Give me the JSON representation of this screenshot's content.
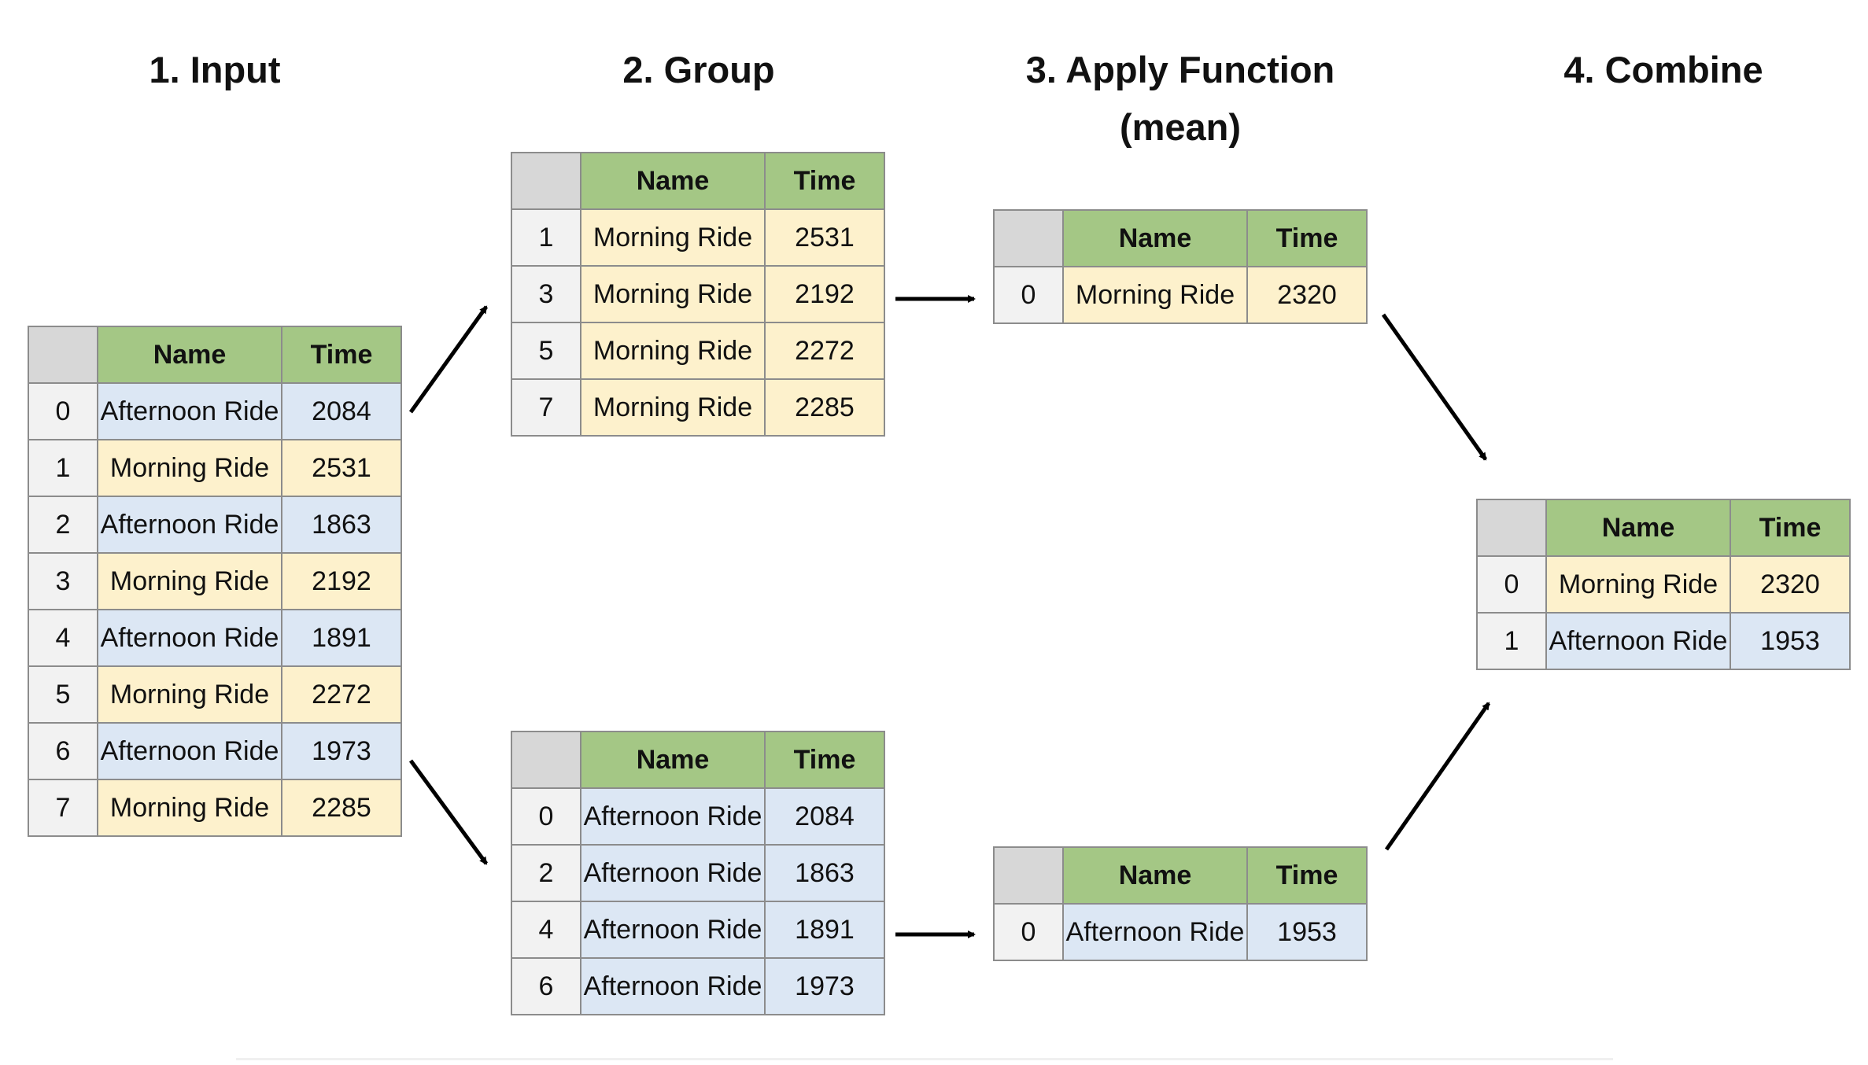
{
  "headings": {
    "input": "1. Input",
    "group": "2. Group",
    "apply_line1": "3. Apply Function",
    "apply_line2": "(mean)",
    "combine": "4. Combine"
  },
  "columns": {
    "name": "Name",
    "time": "Time"
  },
  "colors": {
    "header": "#a4c785",
    "corner": "#d7d7d7",
    "index": "#f2f2f2",
    "afternoon": "#dce7f4",
    "morning": "#fdf1cc",
    "border": "#8c8c8c"
  },
  "tables": {
    "input": [
      {
        "idx": "0",
        "name": "Afternoon Ride",
        "time": "2084",
        "kind": "afternoon"
      },
      {
        "idx": "1",
        "name": "Morning Ride",
        "time": "2531",
        "kind": "morning"
      },
      {
        "idx": "2",
        "name": "Afternoon Ride",
        "time": "1863",
        "kind": "afternoon"
      },
      {
        "idx": "3",
        "name": "Morning Ride",
        "time": "2192",
        "kind": "morning"
      },
      {
        "idx": "4",
        "name": "Afternoon Ride",
        "time": "1891",
        "kind": "afternoon"
      },
      {
        "idx": "5",
        "name": "Morning Ride",
        "time": "2272",
        "kind": "morning"
      },
      {
        "idx": "6",
        "name": "Afternoon Ride",
        "time": "1973",
        "kind": "afternoon"
      },
      {
        "idx": "7",
        "name": "Morning Ride",
        "time": "2285",
        "kind": "morning"
      }
    ],
    "group_morning": [
      {
        "idx": "1",
        "name": "Morning Ride",
        "time": "2531",
        "kind": "morning"
      },
      {
        "idx": "3",
        "name": "Morning Ride",
        "time": "2192",
        "kind": "morning"
      },
      {
        "idx": "5",
        "name": "Morning Ride",
        "time": "2272",
        "kind": "morning"
      },
      {
        "idx": "7",
        "name": "Morning Ride",
        "time": "2285",
        "kind": "morning"
      }
    ],
    "group_afternoon": [
      {
        "idx": "0",
        "name": "Afternoon Ride",
        "time": "2084",
        "kind": "afternoon"
      },
      {
        "idx": "2",
        "name": "Afternoon Ride",
        "time": "1863",
        "kind": "afternoon"
      },
      {
        "idx": "4",
        "name": "Afternoon Ride",
        "time": "1891",
        "kind": "afternoon"
      },
      {
        "idx": "6",
        "name": "Afternoon Ride",
        "time": "1973",
        "kind": "afternoon"
      }
    ],
    "apply_morning": [
      {
        "idx": "0",
        "name": "Morning Ride",
        "time": "2320",
        "kind": "morning"
      }
    ],
    "apply_afternoon": [
      {
        "idx": "0",
        "name": "Afternoon Ride",
        "time": "1953",
        "kind": "afternoon"
      }
    ],
    "combine": [
      {
        "idx": "0",
        "name": "Morning Ride",
        "time": "2320",
        "kind": "morning"
      },
      {
        "idx": "1",
        "name": "Afternoon Ride",
        "time": "1953",
        "kind": "afternoon"
      }
    ]
  }
}
